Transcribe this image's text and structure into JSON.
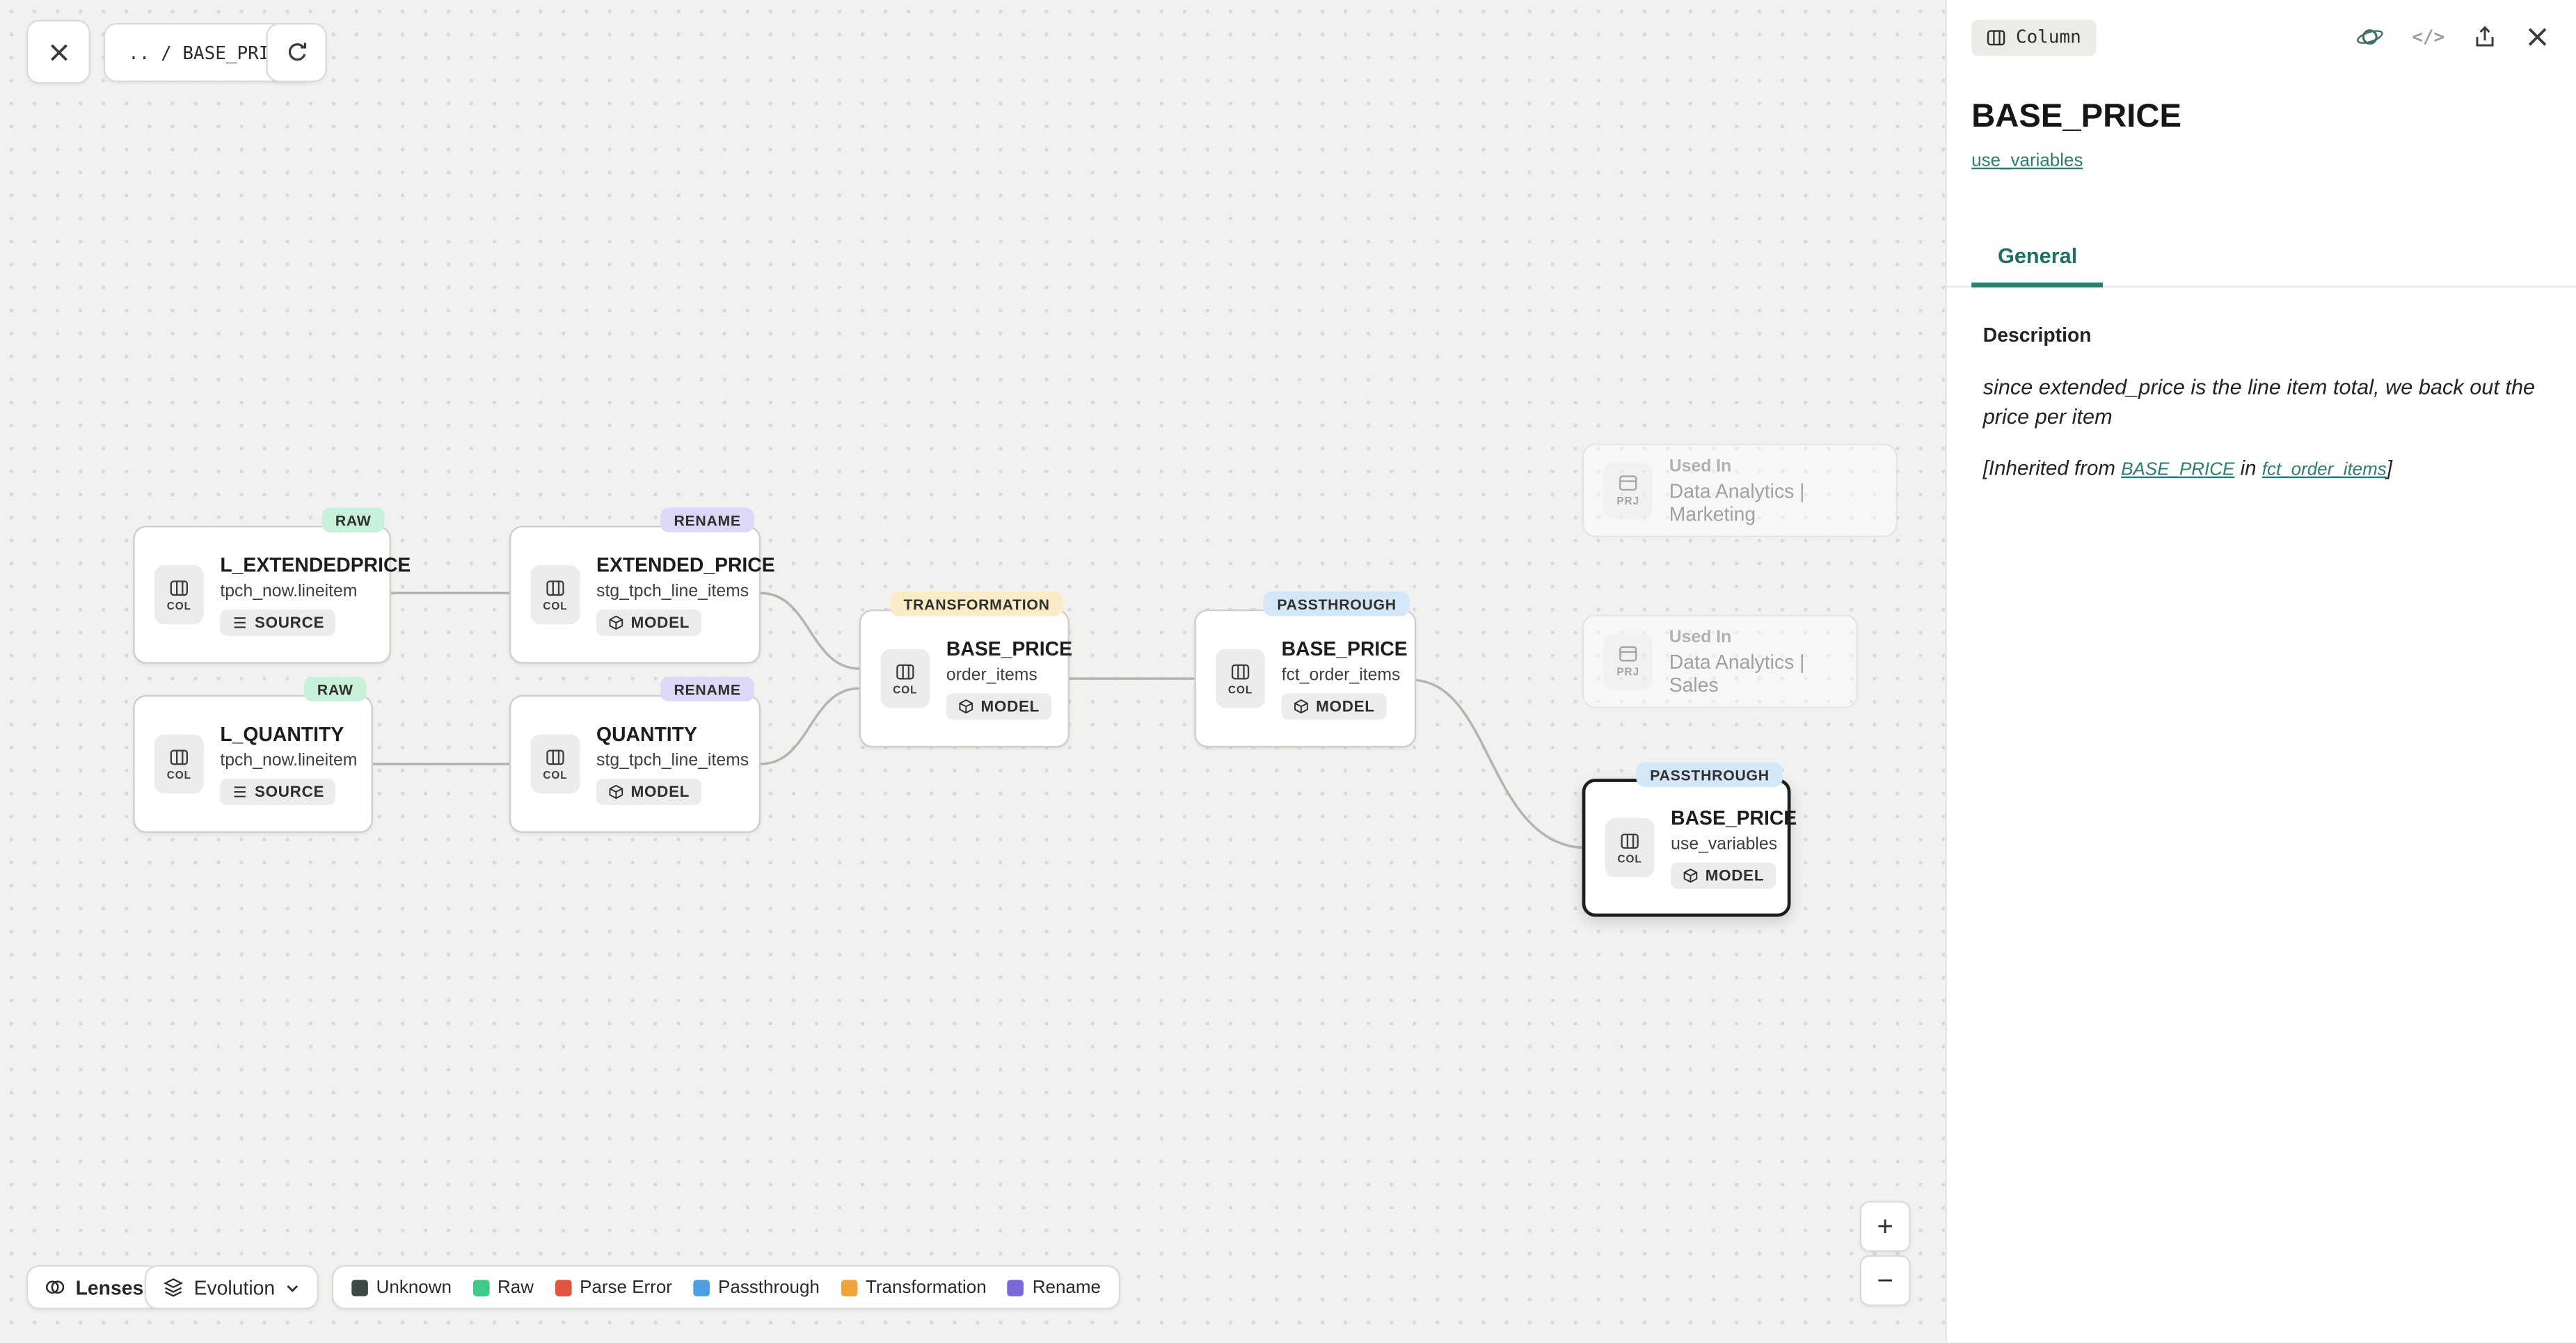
{
  "toolbar": {
    "breadcrumb": ".. / BASE_PRICE"
  },
  "canvas": {
    "nodes": [
      {
        "tag": "RAW",
        "title": "L_EXTENDEDPRICE",
        "subtitle": "tpch_now.lineitem",
        "badge": "SOURCE",
        "kind": "COL"
      },
      {
        "tag": "RAW",
        "title": "L_QUANTITY",
        "subtitle": "tpch_now.lineitem",
        "badge": "SOURCE",
        "kind": "COL"
      },
      {
        "tag": "RENAME",
        "title": "EXTENDED_PRICE",
        "subtitle": "stg_tpch_line_items",
        "badge": "MODEL",
        "kind": "COL"
      },
      {
        "tag": "RENAME",
        "title": "QUANTITY",
        "subtitle": "stg_tpch_line_items",
        "badge": "MODEL",
        "kind": "COL"
      },
      {
        "tag": "TRANSFORMATION",
        "title": "BASE_PRICE",
        "subtitle": "order_items",
        "badge": "MODEL",
        "kind": "COL"
      },
      {
        "tag": "PASSTHROUGH",
        "title": "BASE_PRICE",
        "subtitle": "fct_order_items",
        "badge": "MODEL",
        "kind": "COL"
      },
      {
        "tag": "PASSTHROUGH",
        "title": "BASE_PRICE",
        "subtitle": "use_variables",
        "badge": "MODEL",
        "kind": "COL"
      }
    ],
    "ghosts": [
      {
        "kind": "PRJ",
        "label": "Used In",
        "value": "Data Analytics | Marketing"
      },
      {
        "kind": "PRJ",
        "label": "Used In",
        "value": "Data Analytics | Sales"
      }
    ],
    "lenses_label": "Lenses",
    "lens_value": "Evolution",
    "legend": {
      "items": [
        {
          "label": "Unknown",
          "color": "#3d4847"
        },
        {
          "label": "Raw",
          "color": "#41c98c"
        },
        {
          "label": "Parse Error",
          "color": "#e2543f"
        },
        {
          "label": "Passthrough",
          "color": "#4b9fe0"
        },
        {
          "label": "Transformation",
          "color": "#f0a33a"
        },
        {
          "label": "Rename",
          "color": "#7b68d8"
        }
      ]
    },
    "zoom_in": "+",
    "zoom_out": "−"
  },
  "panel": {
    "chip": "Column",
    "title": "BASE_PRICE",
    "model_link": "use_variables",
    "tabs": [
      {
        "label": "General"
      }
    ],
    "description_heading": "Description",
    "description": "since extended_price is the line item total, we back out the price per item",
    "inherited": {
      "prefix": "[Inherited from ",
      "link_column": "BASE_PRICE",
      "middle": " in ",
      "link_model": "fct_order_items",
      "suffix": "]"
    }
  },
  "colors": {
    "accent_teal": "#2a7e6f",
    "canvas_bg": "#f1f1ef",
    "tag_raw_bg": "#c8f1dc",
    "tag_rename_bg": "#ddd8f8",
    "tag_transformation_bg": "#f9ecc7",
    "tag_passthrough_bg": "#d4e7f9"
  }
}
